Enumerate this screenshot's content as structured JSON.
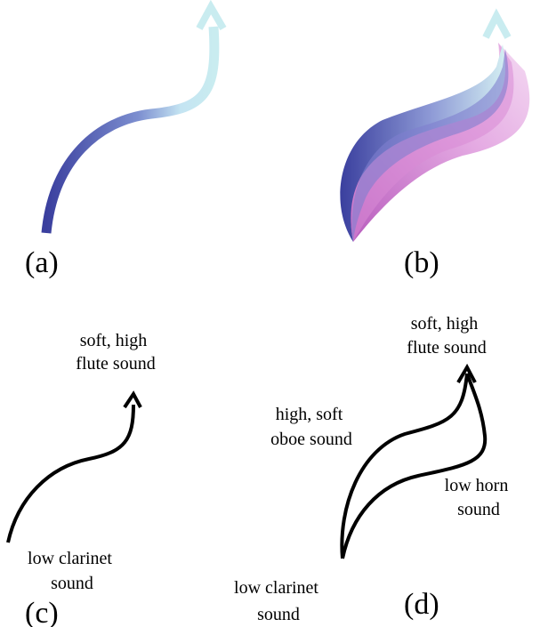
{
  "panels": {
    "a": {
      "label": "(a)"
    },
    "b": {
      "label": "(b)"
    },
    "c": {
      "label": "(c)",
      "annotations": {
        "end": [
          "soft, high",
          "flute sound"
        ],
        "start": [
          "low clarinet",
          "sound"
        ]
      }
    },
    "d": {
      "label": "(d)",
      "annotations": {
        "end": [
          "soft, high",
          "flute sound"
        ],
        "upper_branch": [
          "high, soft",
          "oboe sound"
        ],
        "lower_branch": [
          "low horn",
          "sound"
        ],
        "start": [
          "low clarinet",
          "sound"
        ]
      }
    }
  },
  "colors": {
    "gradient_start": "#3a3f9e",
    "gradient_mid": "#9aa7da",
    "gradient_end": "#c9ecf0",
    "fan_pink": "#e9a0dc",
    "fan_magenta": "#c050c2",
    "outline": "#000000"
  }
}
